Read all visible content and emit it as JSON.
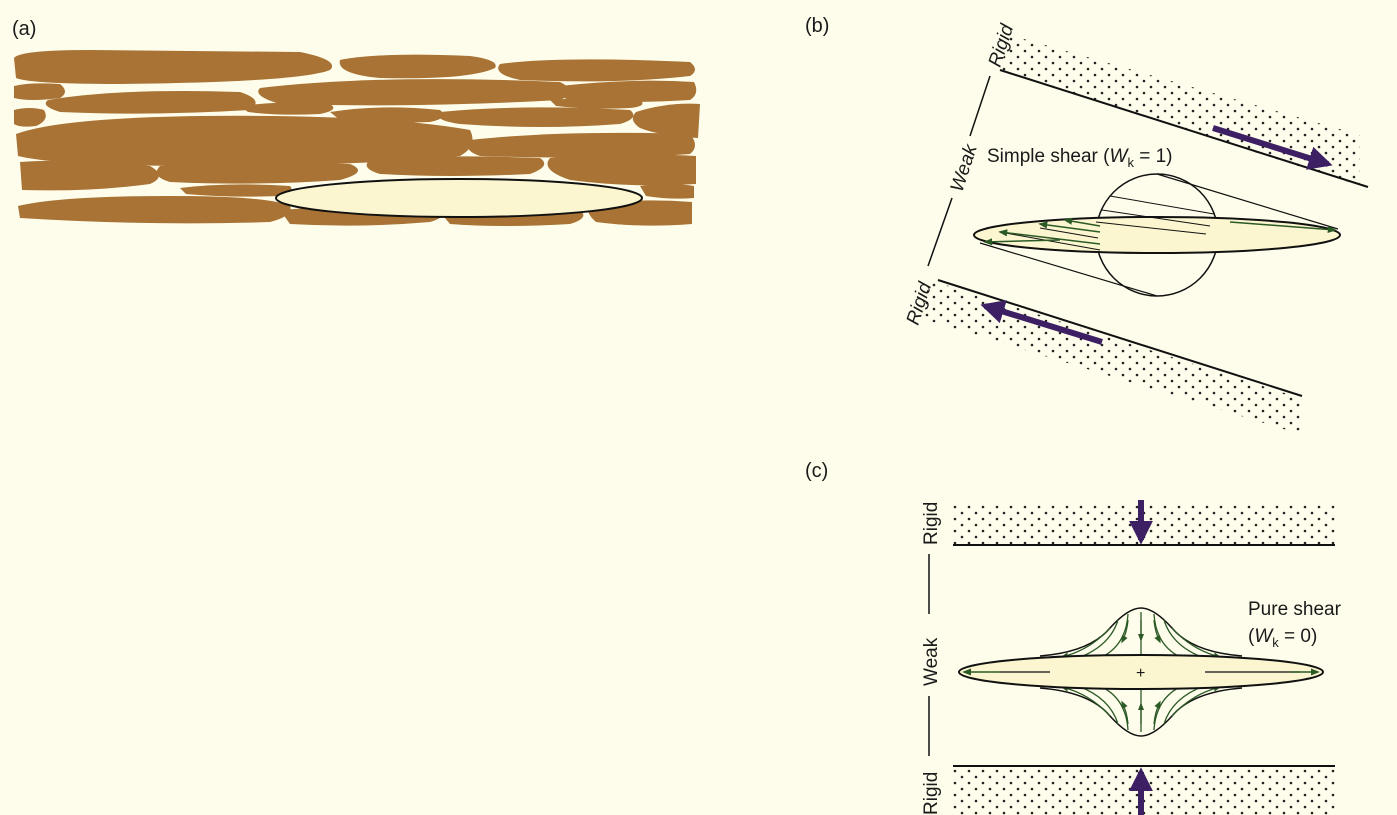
{
  "panels": {
    "a": {
      "label": "(a)"
    },
    "b": {
      "label": "(b)",
      "rigid_top": "Rigid",
      "weak": "Weak",
      "rigid_bottom": "Rigid",
      "caption_main": "Simple shear (",
      "caption_w": "W",
      "caption_sub": "k",
      "caption_tail": " = 1)"
    },
    "c": {
      "label": "(c)",
      "rigid_top": "Rigid",
      "weak": "Weak",
      "rigid_bottom": "Rigid",
      "caption_line1": "Pure shear",
      "caption_open": "(",
      "caption_w": "W",
      "caption_sub": "k",
      "caption_tail": " = 0)",
      "center_mark": "+"
    }
  },
  "colors": {
    "background": "#fefdeb",
    "grain": "#a87334",
    "ellipse_fill": "#fbf6cf",
    "flow_arrow": "#2c5a26",
    "shear_arrow": "#3d1f63",
    "stipple": "#222222",
    "line": "#111111"
  }
}
